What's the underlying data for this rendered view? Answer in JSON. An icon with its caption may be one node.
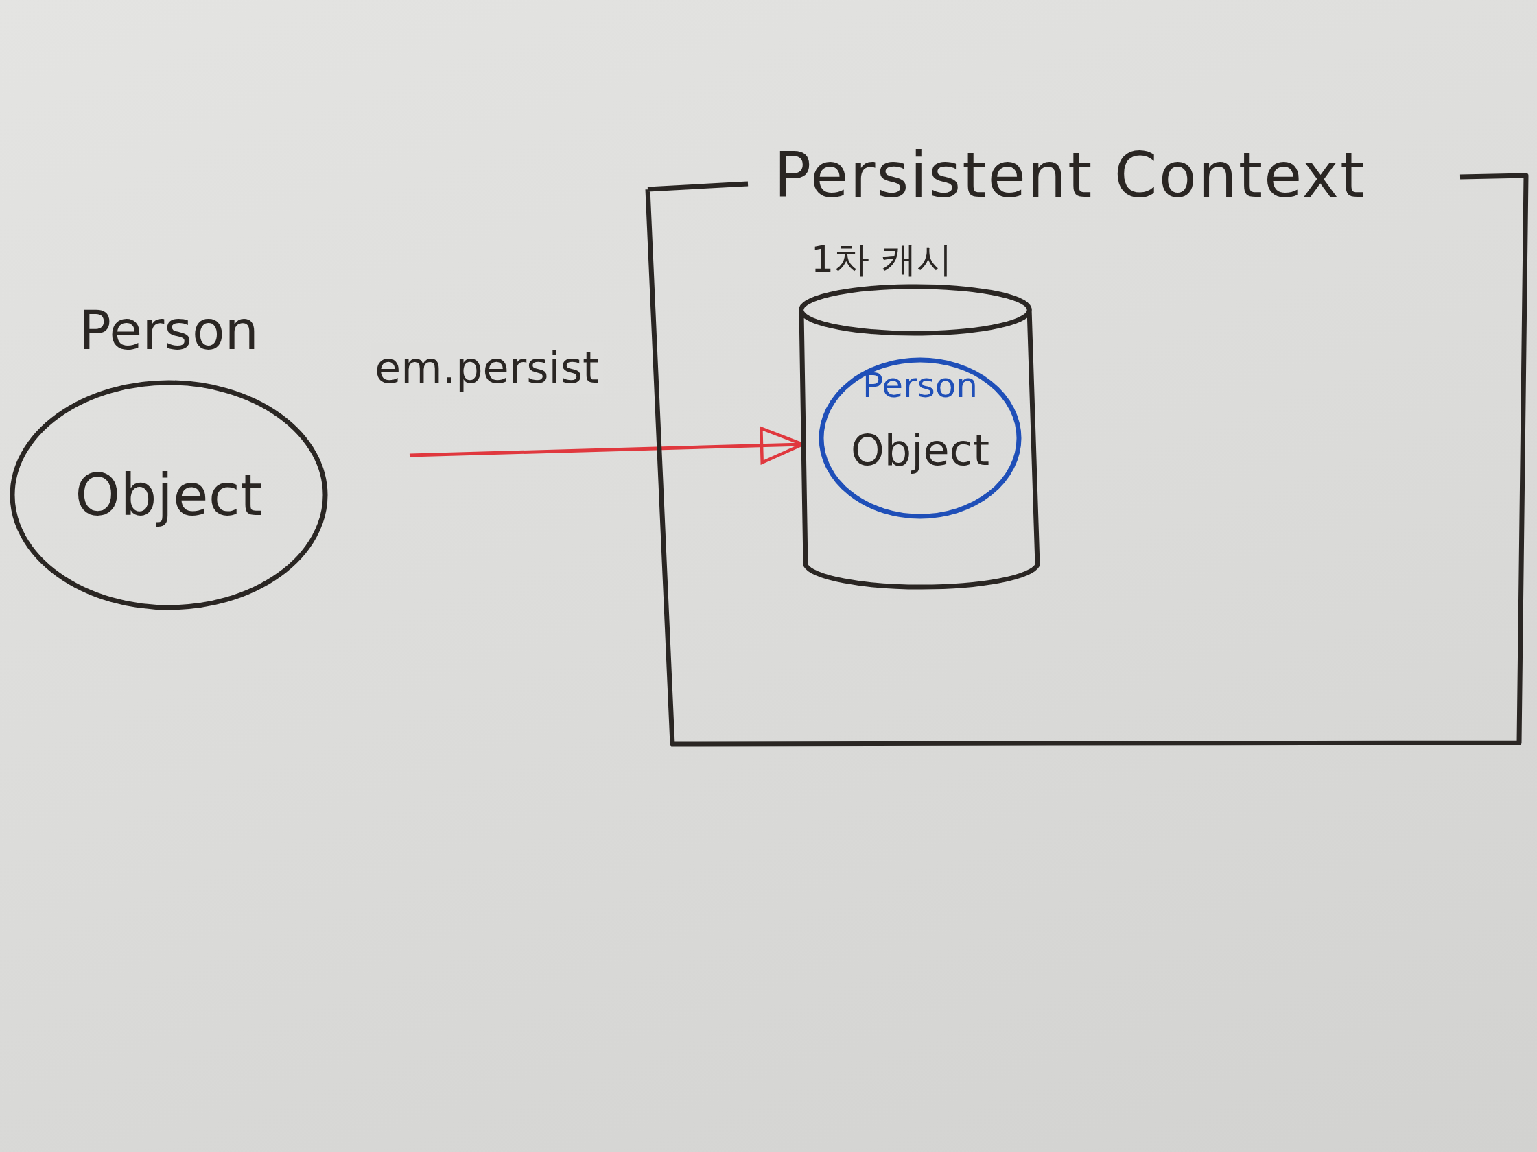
{
  "diagram": {
    "nodes": [
      {
        "text": [
          "Person",
          "Object"
        ]
      },
      {
        "text": [
          "Persistent Context"
        ]
      },
      {
        "text": [
          "1차 캐시"
        ],
        "in": 1
      },
      {
        "text": [
          "Person",
          "Object"
        ],
        "in": 2
      }
    ],
    "edges": [
      {
        "from": null,
        "to": 2,
        "arrow": "to",
        "label": "em.persist",
        "color": "#e0383e"
      }
    ]
  }
}
